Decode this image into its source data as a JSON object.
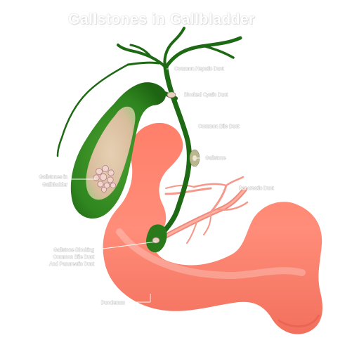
{
  "title": "Gallstones in Gallbladder",
  "colors": {
    "bile_duct": "#1f6d16",
    "gallbladder_dark": "#2a7a1c",
    "gallbladder_light": "#5cae3a",
    "bile_interior": "#dcc3a6",
    "duodenum": "#ff7a66",
    "duodenum_light": "#ffb3a6",
    "pancreatic_duct": "#f28e80",
    "stone": "#f0d4c6",
    "leader_line": "#ffffff"
  },
  "labels": {
    "common_hepatic_duct": "Common Hepatic Duct",
    "blocked_cystic_duct": "Blocked Cystic Duct",
    "common_bile_duct": "Common Bile Duct",
    "gallstone": "Gallstone",
    "gallbladder": [
      "Gallstones in",
      "Gallbladder"
    ],
    "pancreatic_duct": "Pancreatic Duct",
    "blocking_stone": [
      "Gallstone Blocking",
      "Common Bile Duct",
      "And Pancreatic Duct"
    ],
    "duodenum": "Duodenum"
  }
}
